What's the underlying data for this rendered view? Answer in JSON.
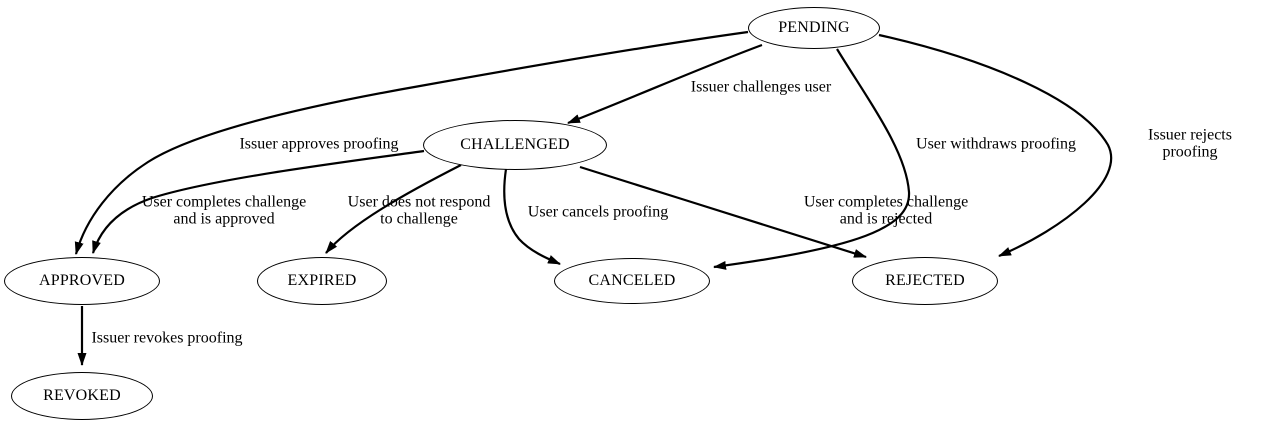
{
  "diagram": {
    "type": "state-transition-graph",
    "background_color": "#ffffff",
    "line_color": "#000000",
    "nodes": [
      {
        "id": "pending",
        "label": "PENDING"
      },
      {
        "id": "challenged",
        "label": "CHALLENGED"
      },
      {
        "id": "approved",
        "label": "APPROVED"
      },
      {
        "id": "expired",
        "label": "EXPIRED"
      },
      {
        "id": "canceled",
        "label": "CANCELED"
      },
      {
        "id": "rejected",
        "label": "REJECTED"
      },
      {
        "id": "revoked",
        "label": "REVOKED"
      }
    ],
    "edges": [
      {
        "from": "PENDING",
        "to": "CHALLENGED",
        "label": "Issuer challenges user"
      },
      {
        "from": "PENDING",
        "to": "APPROVED",
        "label": "Issuer approves proofing"
      },
      {
        "from": "PENDING",
        "to": "CANCELED",
        "label": "User withdraws proofing"
      },
      {
        "from": "PENDING",
        "to": "REJECTED",
        "label": "Issuer rejects proofing"
      },
      {
        "from": "CHALLENGED",
        "to": "APPROVED",
        "label": "User completes challenge\nand is approved"
      },
      {
        "from": "CHALLENGED",
        "to": "EXPIRED",
        "label": "User does not respond\nto challenge"
      },
      {
        "from": "CHALLENGED",
        "to": "CANCELED",
        "label": "User cancels proofing"
      },
      {
        "from": "CHALLENGED",
        "to": "REJECTED",
        "label": "User completes challenge\nand is rejected"
      },
      {
        "from": "APPROVED",
        "to": "REVOKED",
        "label": "Issuer revokes proofing"
      }
    ]
  }
}
